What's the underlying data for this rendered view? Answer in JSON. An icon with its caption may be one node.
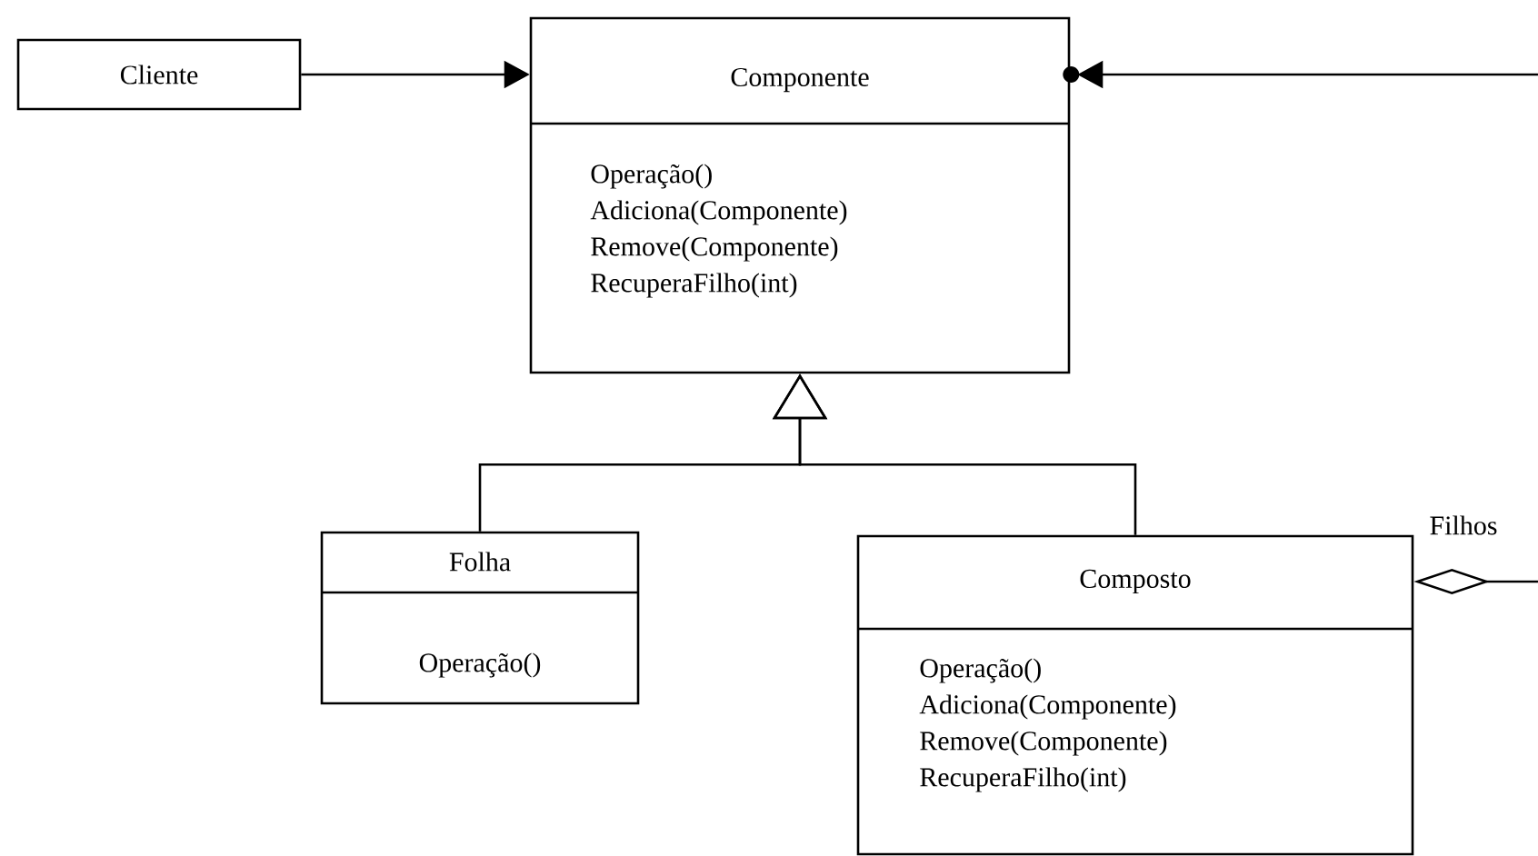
{
  "diagram": {
    "nodes": [
      {
        "text": [
          "Cliente"
        ]
      },
      {
        "text": [
          "Componente",
          "Operação()",
          "Adiciona(Componente)",
          "Remove(Componente)",
          "RecuperaFilho(int)"
        ]
      },
      {
        "text": [
          "Folha",
          "Operação()"
        ]
      },
      {
        "text": [
          "Composto",
          "Operação()",
          "Adiciona(Componente)",
          "Remove(Componente)",
          "RecuperaFilho(int)"
        ]
      }
    ],
    "edges": [
      {
        "from": 0,
        "to": 1,
        "arrow": "to"
      },
      {
        "from": 2,
        "to": 1,
        "arrow": "to"
      },
      {
        "from": 3,
        "to": 1,
        "arrow": "to"
      },
      {
        "from": null,
        "to": 1,
        "arrow": "to"
      },
      {
        "from": 3,
        "to": null,
        "arrow": "other",
        "label": "Filhos"
      }
    ]
  }
}
